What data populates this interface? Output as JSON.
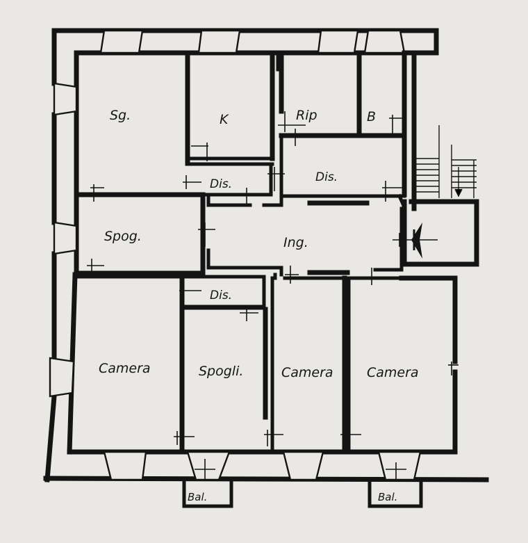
{
  "rooms": {
    "soggiorno": "Sg.",
    "cucina": "K",
    "ripostiglio": "Rip",
    "bagno": "B",
    "dis_top_left": "Dis.",
    "dis_top_right": "Dis.",
    "spogliatoio_left": "Spog.",
    "ingresso": "Ing.",
    "dis_center": "Dis.",
    "camera_left": "Camera",
    "spogliatoio_center": "Spogli.",
    "camera_center": "Camera",
    "camera_right": "Camera"
  },
  "balconies": {
    "left": "Bal.",
    "right": "Bal."
  }
}
